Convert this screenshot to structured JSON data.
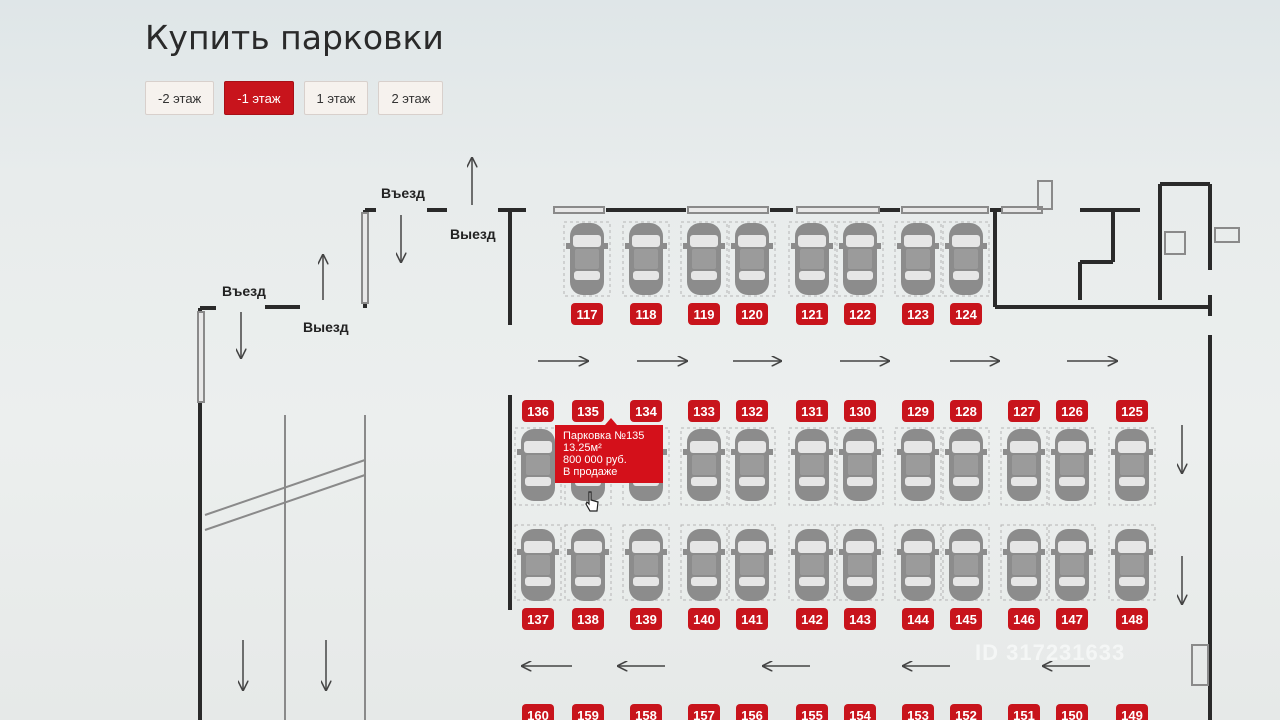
{
  "page": {
    "title": "Купить парковки"
  },
  "floors": [
    {
      "label": "-2 этаж",
      "active": false
    },
    {
      "label": "-1 этаж",
      "active": true
    },
    {
      "label": "1 этаж",
      "active": false
    },
    {
      "label": "2 этаж",
      "active": false
    }
  ],
  "signs": {
    "entry": "Въезд",
    "exit": "Выезд"
  },
  "spots": {
    "top": [
      "117",
      "118",
      "119",
      "120",
      "121",
      "122",
      "123",
      "124"
    ],
    "middle_upper": [
      "136",
      "135",
      "134",
      "133",
      "132",
      "131",
      "130",
      "129",
      "128",
      "127",
      "126",
      "125"
    ],
    "middle_lower": [
      "137",
      "138",
      "139",
      "140",
      "141",
      "142",
      "143",
      "144",
      "145",
      "146",
      "147",
      "148"
    ],
    "bottom": [
      "160",
      "159",
      "158",
      "157",
      "156",
      "155",
      "154",
      "153",
      "152",
      "151",
      "150",
      "149"
    ]
  },
  "tooltip": {
    "title": "Парковка №135",
    "area": "13.25м²",
    "price": "800 000 руб.",
    "status": "В продаже"
  },
  "watermark": "ID 317231633",
  "colors": {
    "accent": "#c8141c",
    "car": "#8a8a8a",
    "wall": "#2a2a2a"
  }
}
